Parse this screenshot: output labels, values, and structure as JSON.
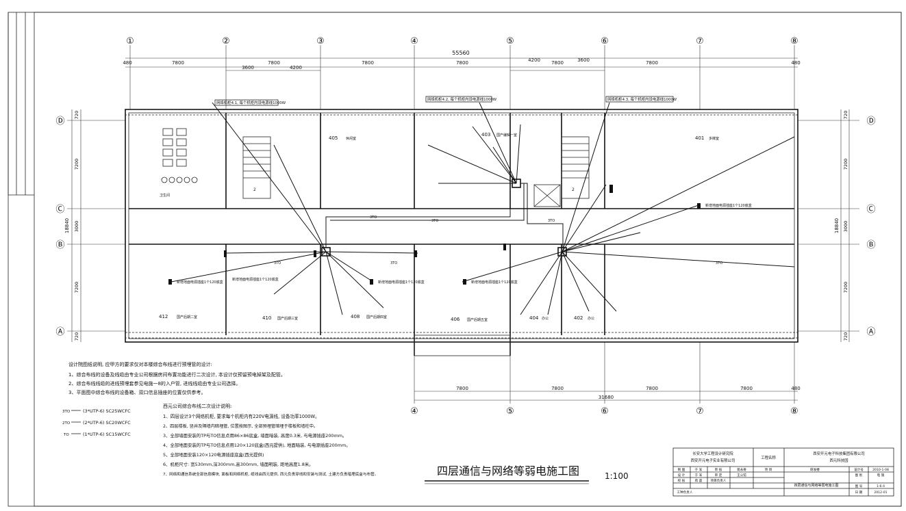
{
  "grid": {
    "x_axes": [
      "①",
      "②",
      "③",
      "④",
      "⑤",
      "⑥",
      "⑦",
      "⑧"
    ],
    "y_axes": [
      "Ⓓ",
      "Ⓒ",
      "Ⓑ",
      "Ⓐ"
    ],
    "top_total": "55560",
    "top_spans": [
      "480",
      "7800",
      "7800",
      "7800",
      "7800",
      "7800",
      "7800",
      "480"
    ],
    "top_sub_spans": [
      "3600",
      "4200",
      "4200",
      "3600"
    ],
    "bottom_total": "31680",
    "bottom_spans": [
      "7800",
      "7800",
      "7800",
      "7800",
      "480"
    ],
    "side_spans": [
      "720",
      "7200",
      "3000",
      "7200",
      "720"
    ],
    "side_total": "18840"
  },
  "notes_top": {
    "a": "网络机柜4.1, 每个机柜内设电源线1000W",
    "b": "网络机柜4.2, 每个机柜内设电源线1000W",
    "c": "网络机柜4.3, 每个机柜内设电源线1000W"
  },
  "rooms": {
    "r405": "405",
    "r405_name": "休闲室",
    "r403": "403",
    "r403_name": "国产编辑一室",
    "r401": "401",
    "r401_name": "多媒室",
    "r412": "412",
    "r412_name": "国产后期二室",
    "r410": "410",
    "r410_name": "国产后期三室",
    "r408": "408",
    "r408_name": "国产后期四室",
    "r406": "406",
    "r406_name": "国产后期五室",
    "r404": "404",
    "r404_name": "办公",
    "r402": "402",
    "r402_name": "办公",
    "toilet": "卫生间",
    "stairs": "2"
  },
  "outlet_label": "新增地面电源插座1个120底盒",
  "cable_label": "3TO",
  "design_notes": {
    "title": "设计院图纸说明, 应甲方的要求仅对本楼综合布线进行预埋管的设计:",
    "items": [
      "1、综合布线的设备及线缆由专业公司根据房间布置功能进行二次设计, 本设计仅预留预电掉架及配管。",
      "2、综合布线线缆的进线预埋套参见电施一8的入户管, 进线线缆由专业公司选择。",
      "3、平面图中综合布线的设备箱、双口信息插座的位置仅供参考。"
    ]
  },
  "legend": [
    {
      "code": "3TO",
      "text": "(3*UTP-6) SC25WCFC"
    },
    {
      "code": "2TO",
      "text": "(2*UTP-6) SC20WCFC"
    },
    {
      "code": "TO",
      "text": "(1*UTP-6) SC15WCFC"
    }
  ],
  "second_design": {
    "title": "西元公司综合布线二次设计说明:",
    "items": [
      "1、四层设计3个网络机柜, 要求每个机柜内有220V电源线, 设备功率1000W。",
      "2、四层楼板, 竖井及隔墙内暗埋管, 位置按图示, 全部预埋管暗埋于楼板和墙柱中。",
      "3、全部墙面安装的TP与TO信息点用86×86底盒, 墙面暗装, 高度0.3米, 与电源插座200mm。",
      "4、全部地面安装的TP与TO信息点用120×120底盒(西元提供), 地面暗装, 与电源插座200mm。",
      "5、全部地面安装120×120电源插座底盒(西元提供)",
      "6、机柜尺寸: 宽530mm,深300mm,高300mm, 墙面明装, 距地高度1.8米。",
      "7、网络和通信系统全部信息模块, 面板和网络机柜, 缆线由西元提供, 西元负责穿线和安装与测试, 土建方负责暗埋底盒与布管。"
    ]
  },
  "drawing_title": "四层通信与网络等弱电施工图",
  "scale": "1:100",
  "title_block": {
    "org_1": "长安大学工程设计研究院",
    "org_2": "西安开元电子实业有限公司",
    "project_label": "工程名称",
    "project_name": "西安开元电子科技集团有限公司",
    "project_name_2": "西元科技园",
    "role_1": "制 图",
    "name_1": "于 军",
    "role_2": "设 计",
    "name_2": "于 军",
    "role_3": "校 核",
    "name_3": "蒋 晨",
    "review_1": "审 核",
    "review_2": "审 定",
    "review_3": "项目负责人",
    "person_1": "蒋永奇",
    "person_2": "王公馆",
    "item_label": "项 目",
    "item_value": "研发楼",
    "sheet_title": "四层通信与网络等弱电施工图",
    "design_no_label": "设计号",
    "design_no": "2010-1-08",
    "type_label": "图 别",
    "type_value": "电 施",
    "sheet_no_label": "图 号",
    "sheet_no": "1-6-4",
    "date_label": "日 期",
    "date_value": "2012-01",
    "leader": "工种负责人"
  }
}
